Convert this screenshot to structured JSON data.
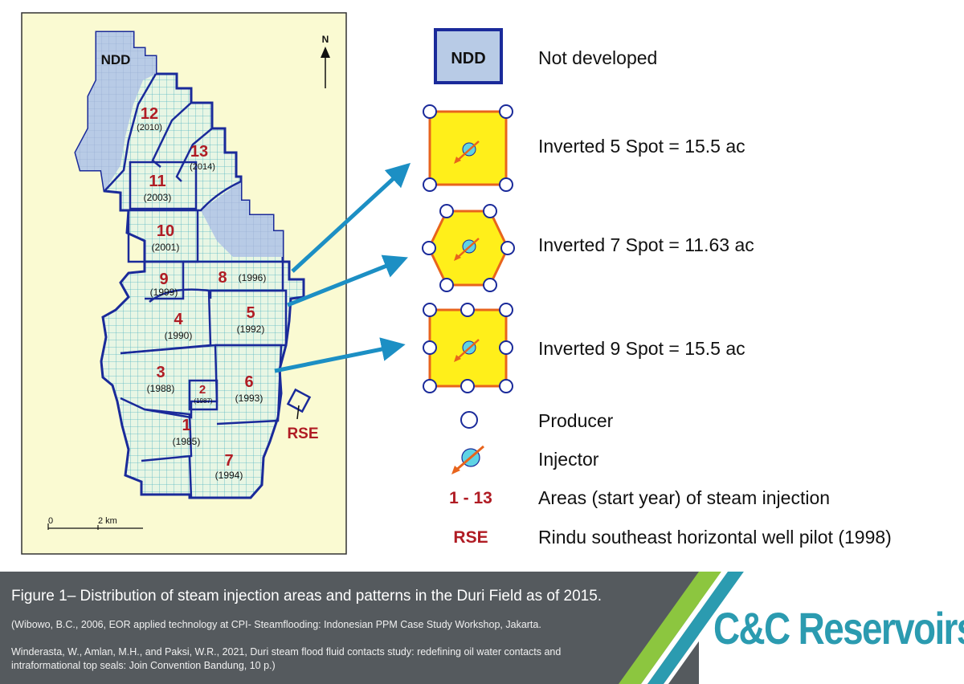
{
  "map": {
    "north_label": "N",
    "ndd_label": "NDD",
    "rse_label": "RSE",
    "scale_zero": "0",
    "scale_distance": "2 km",
    "areas": [
      {
        "number": "1",
        "year": "(1985)"
      },
      {
        "number": "2",
        "year": "(1987)"
      },
      {
        "number": "3",
        "year": "(1988)"
      },
      {
        "number": "4",
        "year": "(1990)"
      },
      {
        "number": "5",
        "year": "(1992)"
      },
      {
        "number": "6",
        "year": "(1993)"
      },
      {
        "number": "7",
        "year": "(1994)"
      },
      {
        "number": "8",
        "year": "(1996)"
      },
      {
        "number": "9",
        "year": "(1999)"
      },
      {
        "number": "10",
        "year": "(2001)"
      },
      {
        "number": "11",
        "year": "(2003)"
      },
      {
        "number": "12",
        "year": "(2010)"
      },
      {
        "number": "13",
        "year": "(2014)"
      }
    ]
  },
  "legend": {
    "ndd_box": "NDD",
    "not_developed": "Not developed",
    "inverted5": "Inverted 5 Spot = 15.5 ac",
    "inverted7": "Inverted 7 Spot = 11.63 ac",
    "inverted9": "Inverted 9 Spot = 15.5 ac",
    "producer": "Producer",
    "injector": "Injector",
    "areas_range": "1 - 13",
    "areas_desc": "Areas (start year) of steam injection",
    "rse": "RSE",
    "rse_desc": "Rindu southeast horizontal well pilot (1998)"
  },
  "caption": {
    "title": "Figure 1– Distribution of steam injection areas and patterns in the Duri Field as of 2015.",
    "ref1": "(Wibowo, B.C., 2006, EOR applied technology at CPI- Steamflooding: Indonesian PPM Case Study Workshop, Jakarta.",
    "ref2": "Winderasta, W., Amlan, M.H., and Paksi, W.R., 2021, Duri steam flood fluid contacts study: redefining oil water contacts and intraformational top seals: Join Convention Bandung, 10 p.)",
    "brand": "C&C Reservoirs"
  },
  "colors": {
    "map_bg": "#fafad2",
    "area_fill": "#e8f6e4",
    "ndd_fill": "#b8cbe6",
    "boundary": "#1a2a9a",
    "label_red": "#b01c24",
    "arrow_blue": "#1c8fc4",
    "pattern_yellow": "#ffef1a",
    "pattern_border": "#e8641c",
    "injector_cyan": "#5fd3e4",
    "caption_bg": "#555a5e",
    "brand_teal": "#2b9bb0",
    "stripe_green": "#8cc63f"
  }
}
